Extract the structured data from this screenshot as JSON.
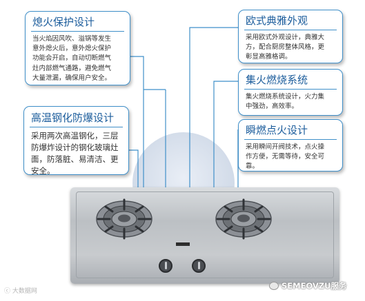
{
  "features": [
    {
      "id": "flameout",
      "title": "熄火保护设计",
      "lines": [
        "当火焰因风吹、溢锅等发生",
        "意外熄火后，意外熄火保护",
        "功能会开启，自动切断燃气",
        "灶内部燃气通路，避免燃气",
        "大量泄漏，确保用户安全。"
      ]
    },
    {
      "id": "glass",
      "title": "高温钢化防爆设计",
      "lines": [
        "采用两次高温钢化，三层",
        "防爆炸设计的钢化玻璃灶",
        "面，防落脏、易清洁、更",
        "安全。"
      ]
    },
    {
      "id": "style",
      "title": "欧式典雅外观",
      "lines": [
        "采用欧式外观设计，典雅大",
        "方，配合厨房整体风格，更",
        "彰显高雅格调。"
      ]
    },
    {
      "id": "focus",
      "title": "集火燃烧系统",
      "lines": [
        "集火燃烧系统设计，火力集",
        "中强劲，高效率。"
      ]
    },
    {
      "id": "ignite",
      "title": "瞬燃点火设计",
      "lines": [
        "采用瞬间开阀技术，点火操",
        "作方便，无需等待，安全可",
        "靠。"
      ]
    }
  ],
  "watermark_left": "ⓒ 大数据网",
  "watermark_right": "SEMEOVZU服务",
  "colors": {
    "accent": "#3f8fc9",
    "title": "#1c5d9c",
    "body": "#333333"
  },
  "icons": [
    "wechat-icon",
    "left-burner-icon",
    "right-burner-icon",
    "knob-icon"
  ]
}
